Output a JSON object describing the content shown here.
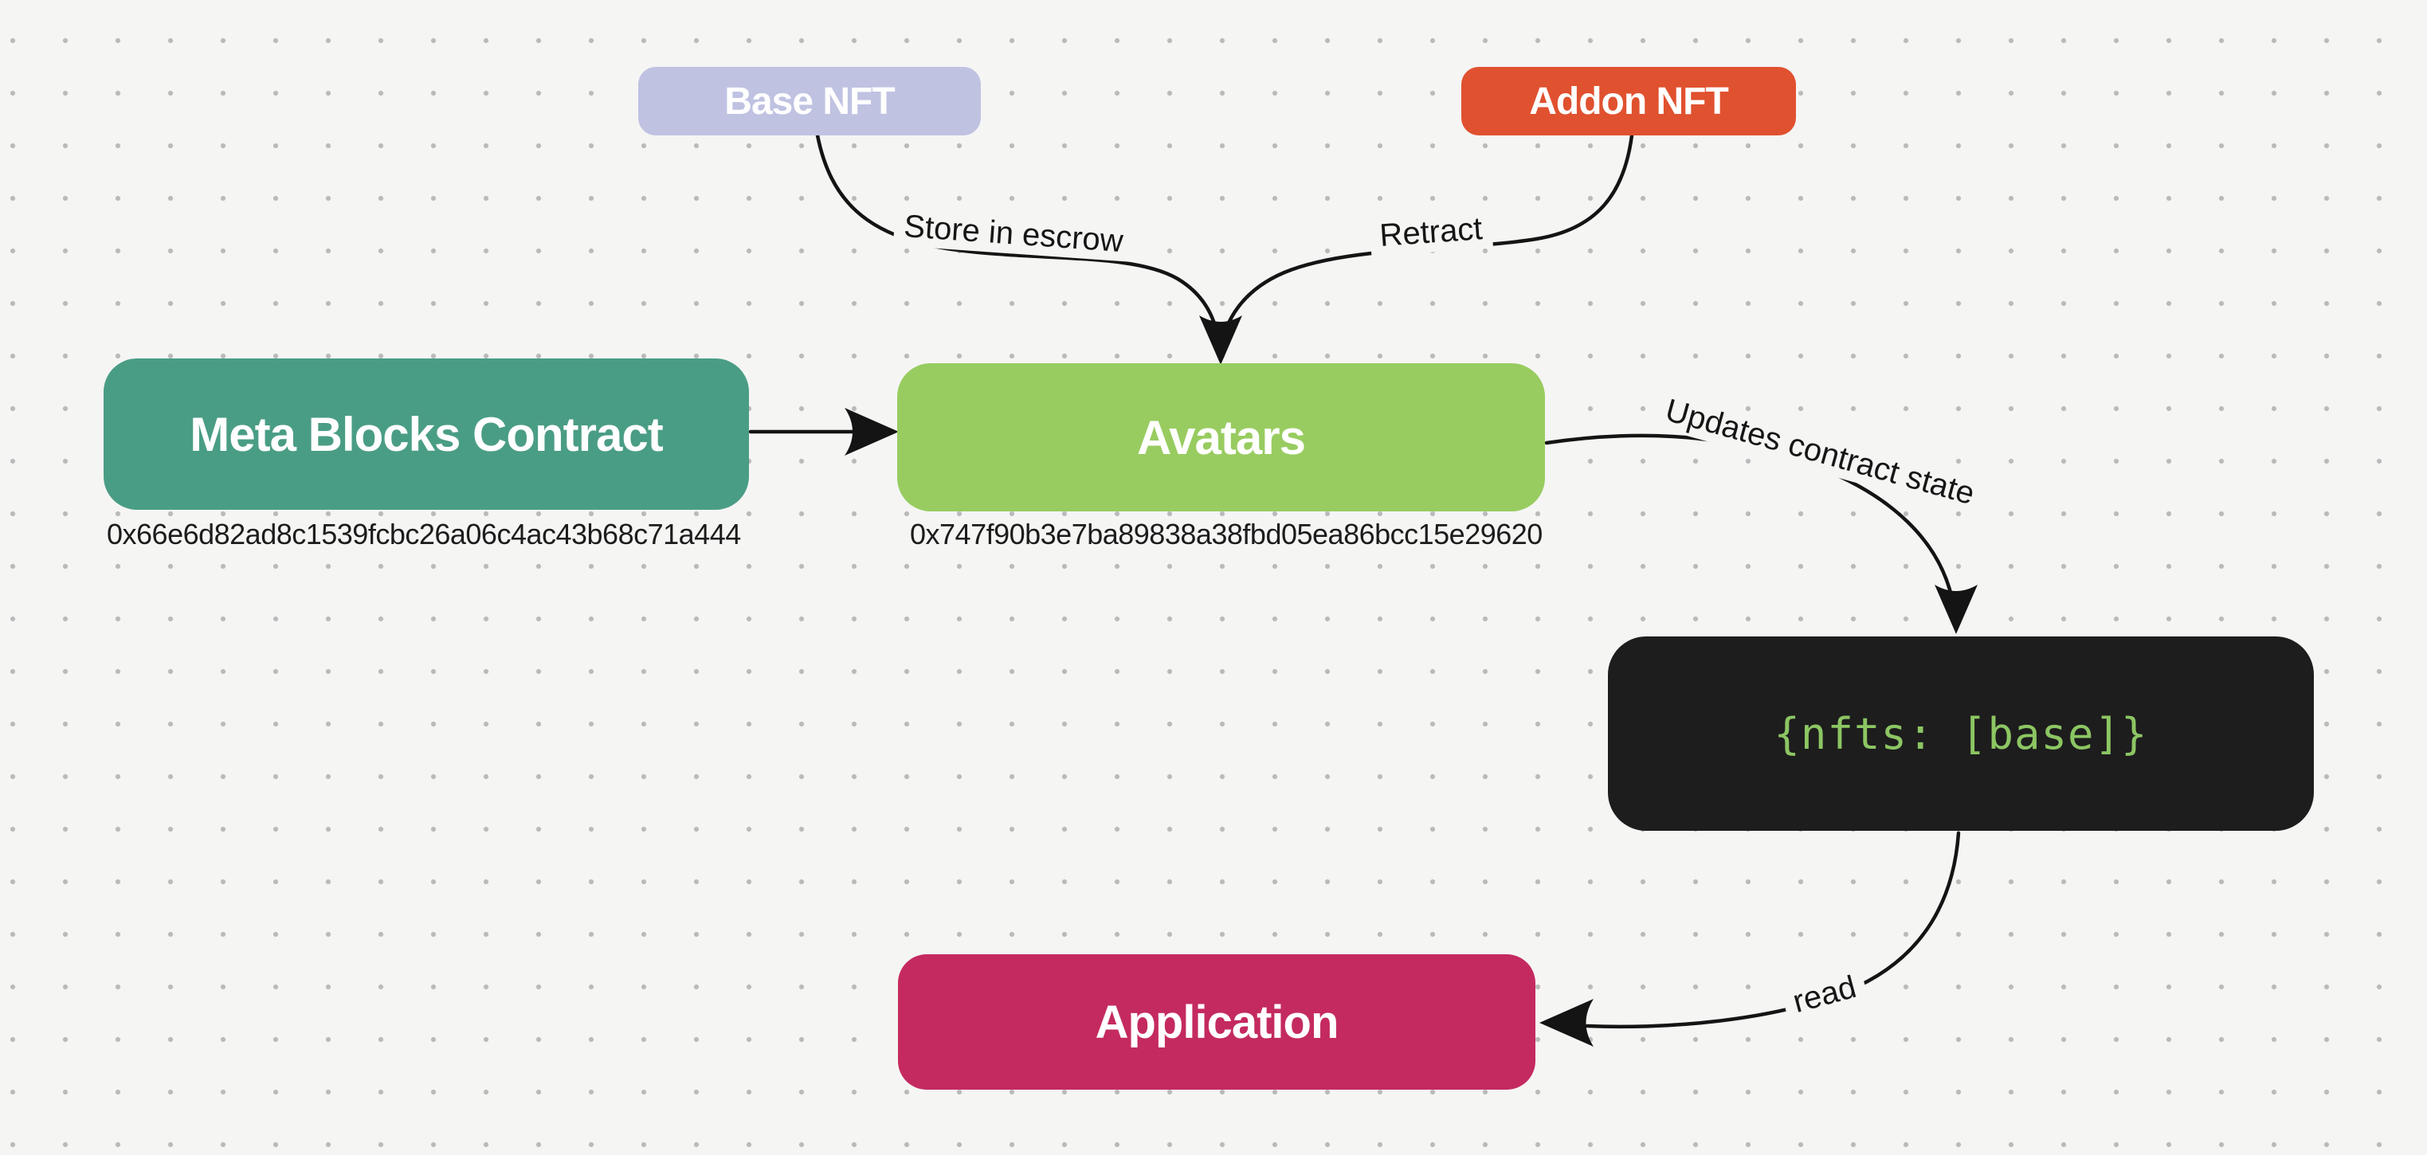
{
  "diagram": {
    "nodes": {
      "base_nft": {
        "label": "Base NFT"
      },
      "addon_nft": {
        "label": "Addon NFT"
      },
      "meta_blocks": {
        "label": "Meta Blocks Contract",
        "address": "0x66e6d82ad8c1539fcbc26a06c4ac43b68c71a444"
      },
      "avatars": {
        "label": "Avatars",
        "address": "0x747f90b3e7ba89838a38fbd05ea86bcc15e29620"
      },
      "contract_state": {
        "label": "{nfts: [base]}"
      },
      "application": {
        "label": "Application"
      }
    },
    "edges": {
      "store_in_escrow": {
        "from": "base_nft",
        "to": "avatars",
        "label": "Store in escrow"
      },
      "retract": {
        "from": "addon_nft",
        "to": "avatars",
        "label": "Retract"
      },
      "meta_to_avatars": {
        "from": "meta_blocks",
        "to": "avatars",
        "label": ""
      },
      "updates_contract_state": {
        "from": "avatars",
        "to": "contract_state",
        "label": "Updates contract state"
      },
      "read": {
        "from": "contract_state",
        "to": "application",
        "label": "read"
      }
    },
    "colors": {
      "canvas_bg": "#f5f5f4",
      "dot": "#bababa",
      "line": "#141414",
      "base_nft": "#bfc2e1",
      "addon_nft": "#e0512f",
      "meta_blocks": "#4a9d85",
      "avatars": "#98cc60",
      "contract_state_bg": "#1d1d1d",
      "contract_state_text": "#8cc663",
      "application": "#c42a60"
    }
  }
}
